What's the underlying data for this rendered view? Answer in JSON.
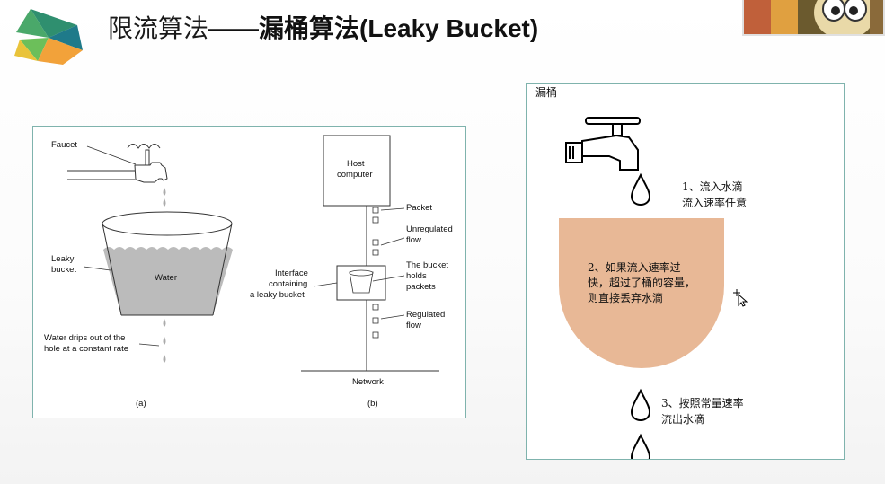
{
  "header": {
    "title_part1": "限流算法",
    "title_part2": "——漏桶算法(Leaky Bucket)"
  },
  "left_figure": {
    "faucet": "Faucet",
    "leaky": "Leaky",
    "bucket": "bucket",
    "water": "Water",
    "drips_line1": "Water drips out of the",
    "drips_line2": "hole at a constant rate",
    "caption_a": "(a)",
    "host_line1": "Host",
    "host_line2": "computer",
    "packet": "Packet",
    "unreg_line1": "Unregulated",
    "unreg_line2": "flow",
    "iface_line1": "Interface",
    "iface_line2": "containing",
    "iface_line3": "a leaky bucket",
    "holds_line1": "The bucket",
    "holds_line2": "holds",
    "holds_line3": "packets",
    "reg_line1": "Regulated",
    "reg_line2": "flow",
    "network": "Network",
    "caption_b": "(b)"
  },
  "right_figure": {
    "panel_title": "漏桶",
    "step1_line1": "1、流入水滴",
    "step1_line2": "流入速率任意",
    "step2_line1": "2、如果流入速率过",
    "step2_line2": "快，超过了桶的容量，",
    "step2_line3": "则直接丢弃水滴",
    "step3_line1": "3、按照常量速率",
    "step3_line2": "流出水滴",
    "bucket_color": "#e8b896"
  },
  "icons": {
    "logo": "logo-icon",
    "cursor": "move-cursor-icon",
    "faucet": "faucet-icon",
    "drop": "water-drop-icon"
  }
}
